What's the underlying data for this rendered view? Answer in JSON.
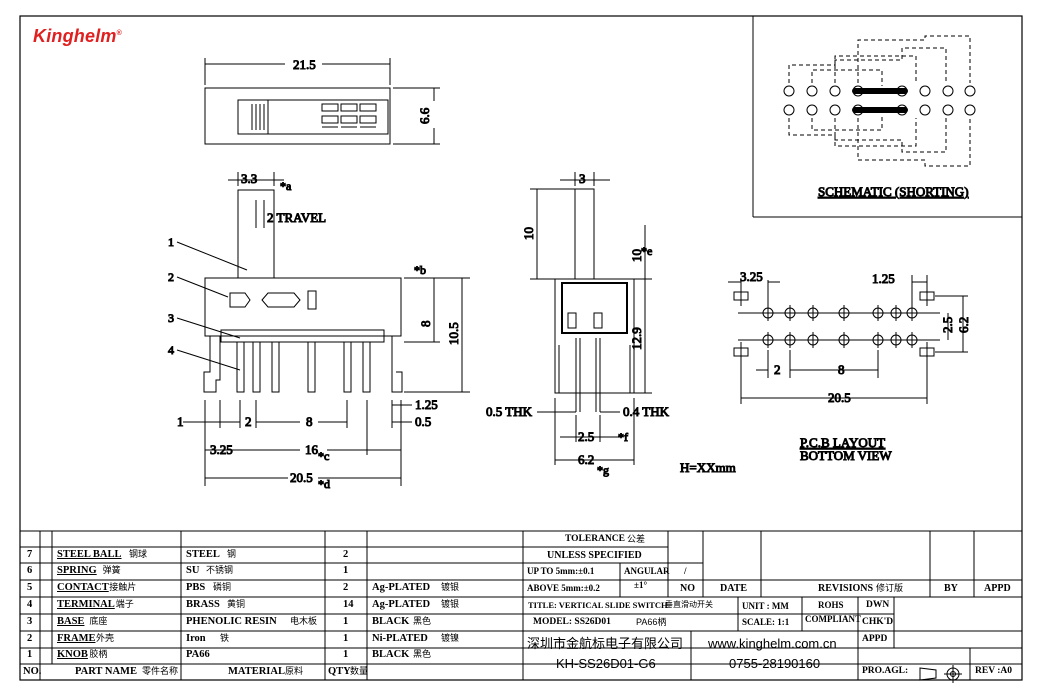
{
  "brand": {
    "name": "Kinghelm",
    "mark": "®"
  },
  "top_view": {
    "width_dim": "21.5",
    "height_dim": "6.6"
  },
  "side_view": {
    "knob_width": "3.3",
    "knob_note": "*a",
    "travel": "2 TRAVEL",
    "callouts": [
      "1",
      "2",
      "3",
      "4"
    ],
    "b_note": "*b",
    "dim_8": "8",
    "dim_10_5": "10.5",
    "dim_1_25": "1.25",
    "dim_0_5": "0.5",
    "dim_1": "1",
    "dim_2": "2",
    "dim_8b": "8",
    "dim_3_25": "3.25",
    "dim_16": "16",
    "c_note": "*c",
    "dim_20_5": "20.5",
    "d_note": "*d"
  },
  "end_view": {
    "dim_3": "3",
    "dim_10": "10",
    "dim_10e": "10",
    "e_note": "*e",
    "dim_12_9": "12.9",
    "thk_left": "0.5 THK",
    "thk_right": "0.4 THK",
    "dim_2_5": "2.5",
    "f_note": "*f",
    "dim_6_2": "6.2",
    "g_note": "*g",
    "h_note": "H=XXmm"
  },
  "schematic": {
    "title": "SCHEMATIC (SHORTING)"
  },
  "pcb": {
    "dim_3_25": "3.25",
    "dim_1_25": "1.25",
    "dim_2_5": "2.5",
    "dim_6_2": "6.2",
    "dim_2": "2",
    "dim_8": "8",
    "dim_20_5": "20.5",
    "title_line1": "P.C.B LAYOUT",
    "title_line2": "BOTTOM VIEW"
  },
  "bom": {
    "header": {
      "no": "NO.",
      "part": "PART NAME",
      "part_cn": "零件名称",
      "material": "MATERIAL",
      "material_cn": "原料",
      "qty": "QTY",
      "qty_cn": "数量"
    },
    "rows": [
      {
        "no": "7",
        "part": "STEEL BALL",
        "part_cn": "钢球",
        "material": "STEEL",
        "material_cn": "钢",
        "qty": "2",
        "finish": "",
        "finish_cn": ""
      },
      {
        "no": "6",
        "part": "SPRING",
        "part_cn": "弹簧",
        "material": "SU",
        "material_cn": "不锈钢",
        "qty": "1",
        "finish": "",
        "finish_cn": ""
      },
      {
        "no": "5",
        "part": "CONTACT",
        "part_cn": "接触片",
        "material": "PBS",
        "material_cn": "磷铜",
        "qty": "2",
        "finish": "Ag-PLATED",
        "finish_cn": "镀银"
      },
      {
        "no": "4",
        "part": "TERMINAL",
        "part_cn": "端子",
        "material": "BRASS",
        "material_cn": "黄铜",
        "qty": "14",
        "finish": "Ag-PLATED",
        "finish_cn": "镀银"
      },
      {
        "no": "3",
        "part": "BASE",
        "part_cn": "底座",
        "material": "PHENOLIC RESIN",
        "material_cn": "电木板",
        "qty": "1",
        "finish": "BLACK",
        "finish_cn": "黑色"
      },
      {
        "no": "2",
        "part": "FRAME",
        "part_cn": "外壳",
        "material": "Iron",
        "material_cn": "铁",
        "qty": "1",
        "finish": "Ni-PLATED",
        "finish_cn": "镀镍"
      },
      {
        "no": "1",
        "part": "KNOB",
        "part_cn": "胶柄",
        "material": "PA66",
        "material_cn": "",
        "qty": "1",
        "finish": "BLACK",
        "finish_cn": "黑色"
      }
    ]
  },
  "title_block": {
    "tolerance": "TOLERANCE",
    "tolerance_cn": "公差",
    "unless": "UNLESS SPECIFIED",
    "up_to": "UP TO 5mm:±0.1",
    "angular": "ANGULAR",
    "angular_sym": "/",
    "above": "ABOVE 5mm:±0.2",
    "angle_tol": "±1°",
    "no": "NO",
    "date": "DATE",
    "revisions": "REVISIONS",
    "revisions_cn": "修订版",
    "by": "BY",
    "appd": "APPD",
    "title": "TITLE: VERTICAL SLIDE SWITCH",
    "title_cn": "垂直滑动开关",
    "unit": "UNIT : MM",
    "rohs1": "ROHS",
    "rohs2": "COMPLIANT",
    "dwn": "DWN",
    "chkd": "CHK'D",
    "appd2": "APPD",
    "model": "MODEL: SS26D01",
    "model_extra": "PA66柄",
    "scale": "SCALE: 1:1",
    "company_cn": "深圳市金航标电子有限公司",
    "website": "www.kinghelm.com.cn",
    "part_no": "KH-SS26D01-G6",
    "phone": "0755-28190160",
    "proj": "PRO.AGL:",
    "rev": "REV :A0"
  }
}
